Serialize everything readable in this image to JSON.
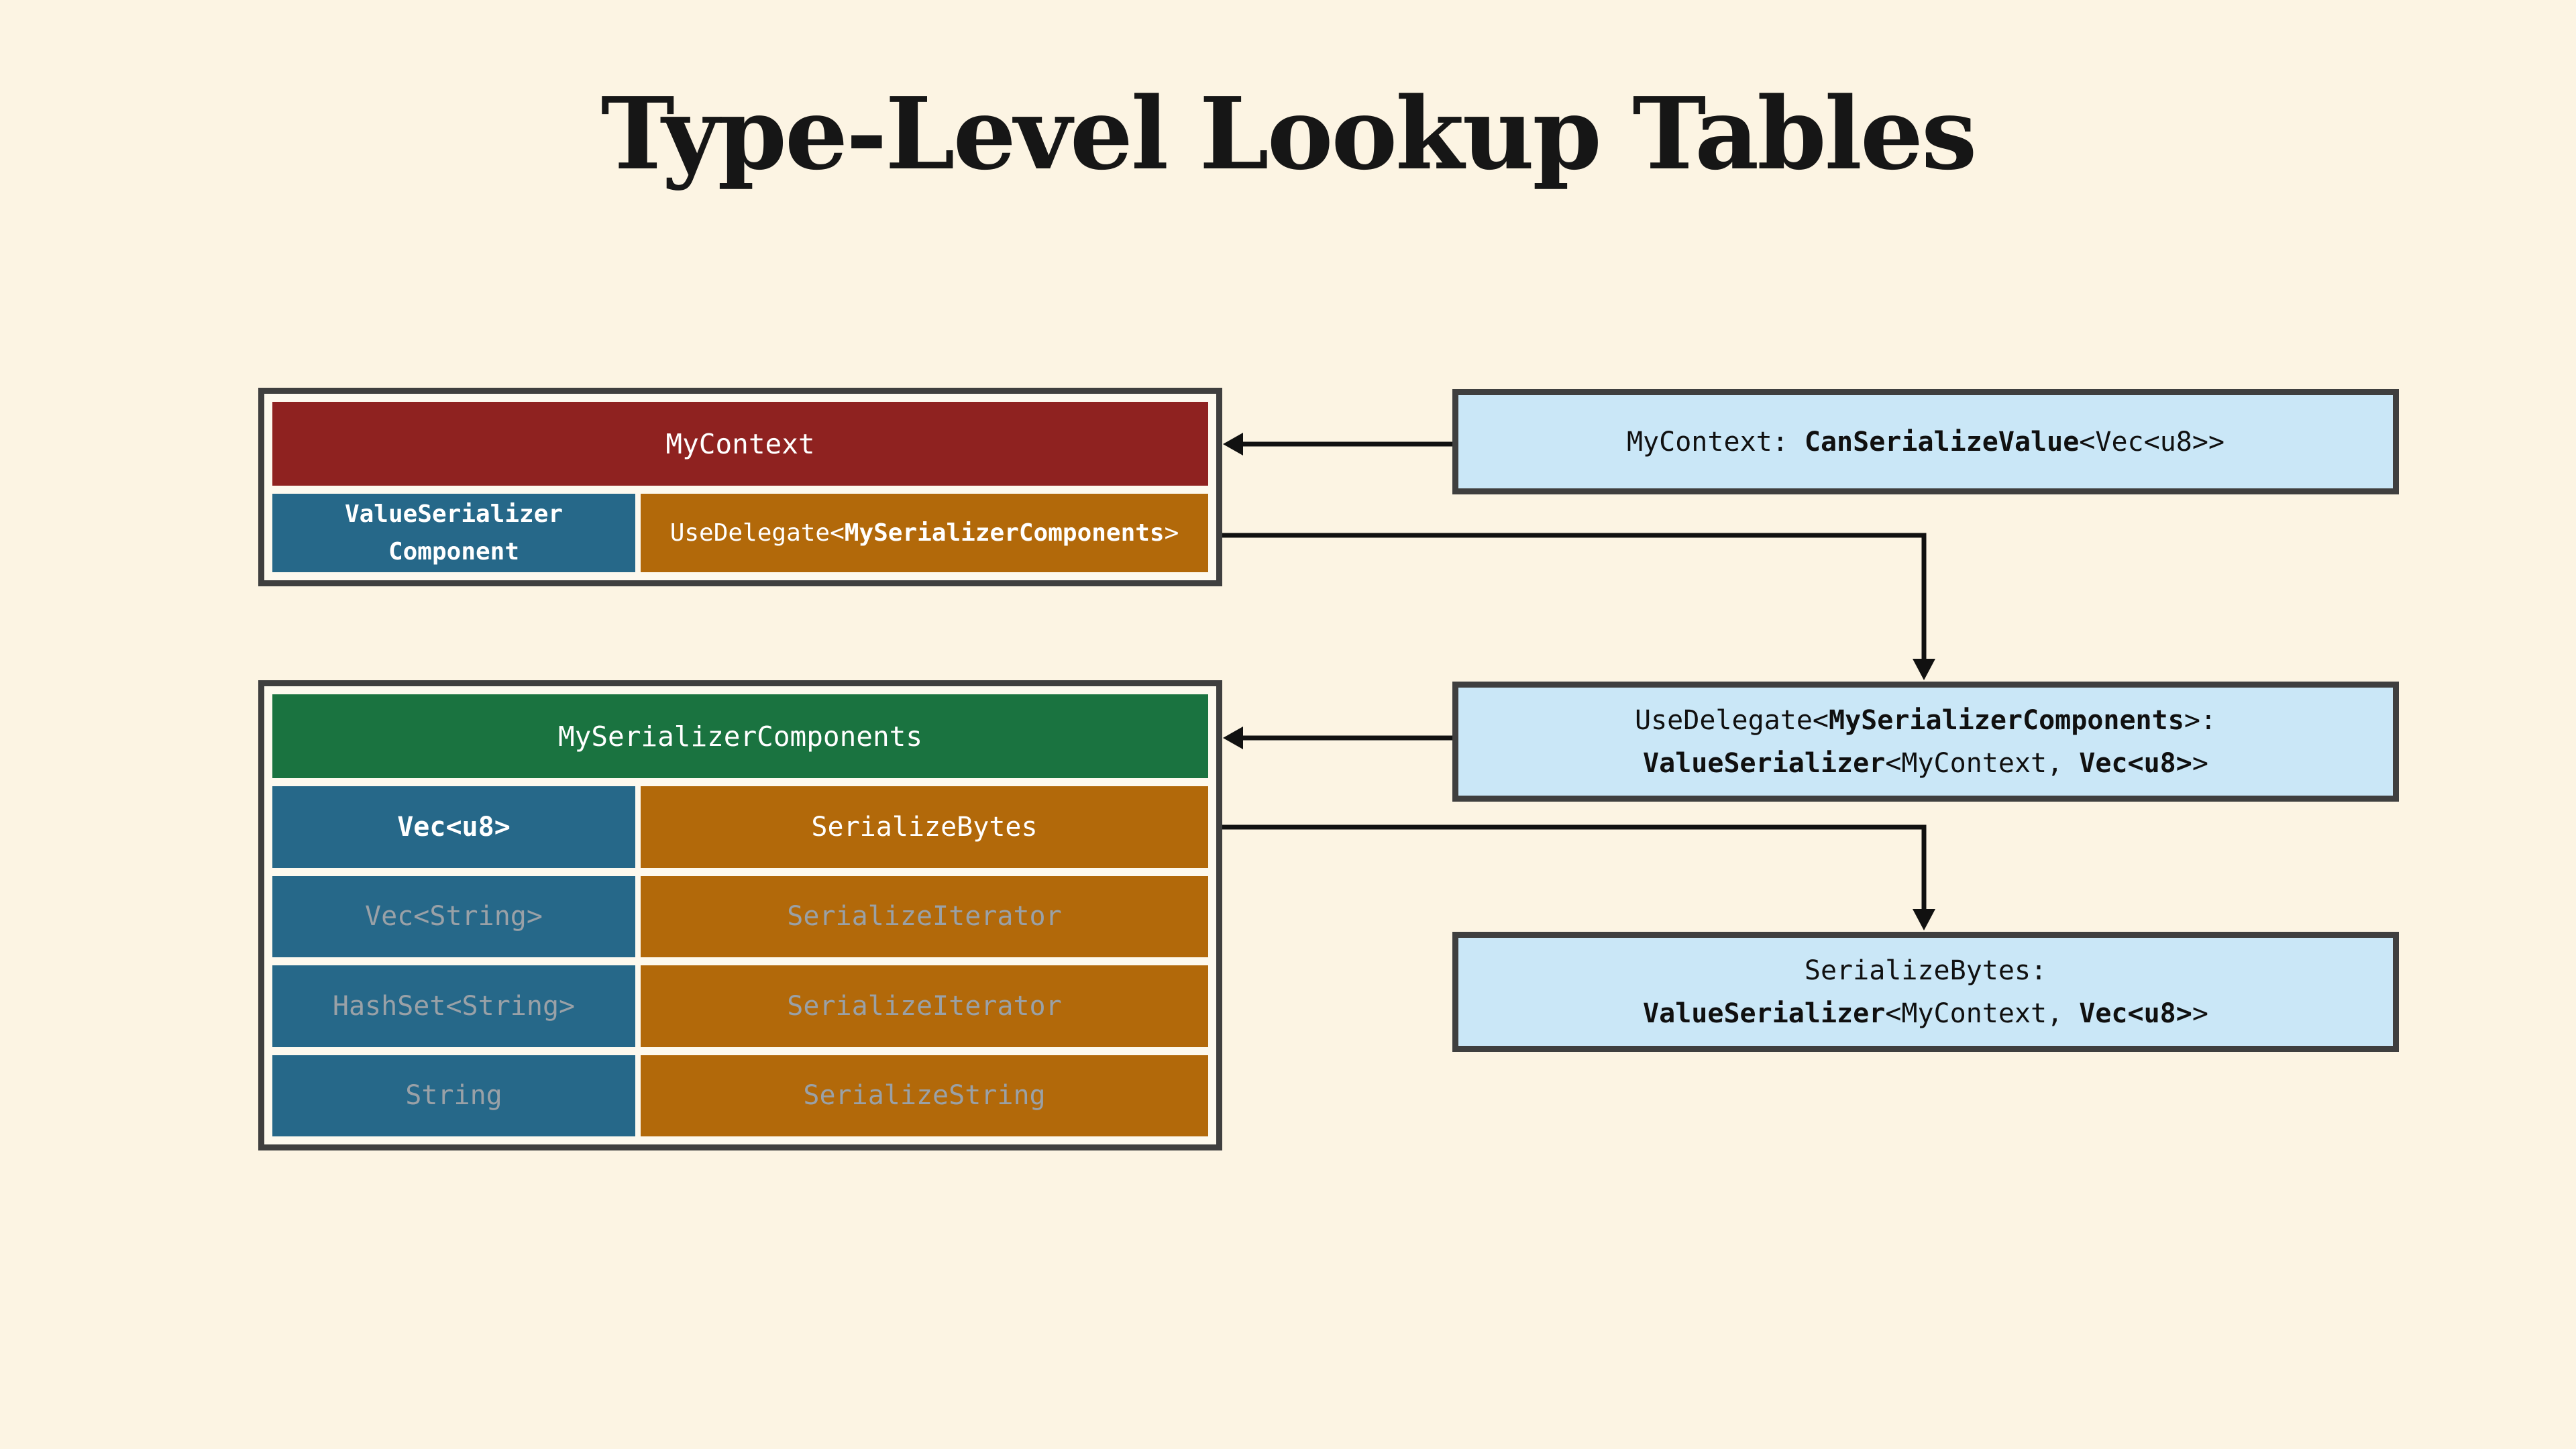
{
  "title": "Type-Level Lookup Tables",
  "palette": {
    "page_background": "#fcf4e3",
    "table_background": "#fdf9ee",
    "border_dark": "#3f3f3f",
    "header_red": "#8f2220",
    "key_blue": "#266889",
    "value_orange": "#b2690a",
    "header_green": "#1a7340",
    "callout_light_blue": "#cae7f7",
    "dimmed_text": "#9aa1a7",
    "arrow_black": "#111111"
  },
  "table1": {
    "header": "MyContext",
    "row": {
      "key": "ValueSerializer\nComponent",
      "value_segments": [
        {
          "t": "UseDelegate<"
        },
        {
          "t": "MySerializerComponents",
          "b": true
        },
        {
          "t": ">"
        }
      ]
    }
  },
  "table2": {
    "header": "MySerializerComponents",
    "rows": [
      {
        "key": "Vec<u8>",
        "value": "SerializeBytes",
        "dimmed": false
      },
      {
        "key": "Vec<String>",
        "value": "SerializeIterator",
        "dimmed": true
      },
      {
        "key": "HashSet<String>",
        "value": "SerializeIterator",
        "dimmed": true
      },
      {
        "key": "String",
        "value": "SerializeString",
        "dimmed": true
      }
    ]
  },
  "callouts": [
    {
      "lines": [
        [
          {
            "t": "MyContext: "
          },
          {
            "t": "CanSerializeValue",
            "b": true
          },
          {
            "t": "<Vec<u8>>"
          }
        ]
      ]
    },
    {
      "lines": [
        [
          {
            "t": "UseDelegate<"
          },
          {
            "t": "MySerializerComponents",
            "b": true
          },
          {
            "t": ">:"
          }
        ],
        [
          {
            "t": "ValueSerializer",
            "b": true
          },
          {
            "t": "<MyContext, "
          },
          {
            "t": "Vec<u8>",
            "b": true
          },
          {
            "t": ">"
          }
        ]
      ]
    },
    {
      "lines": [
        [
          {
            "t": "SerializeBytes:"
          }
        ],
        [
          {
            "t": "ValueSerializer",
            "b": true
          },
          {
            "t": "<MyContext, "
          },
          {
            "t": "Vec<u8>",
            "b": true
          },
          {
            "t": ">"
          }
        ]
      ]
    }
  ]
}
